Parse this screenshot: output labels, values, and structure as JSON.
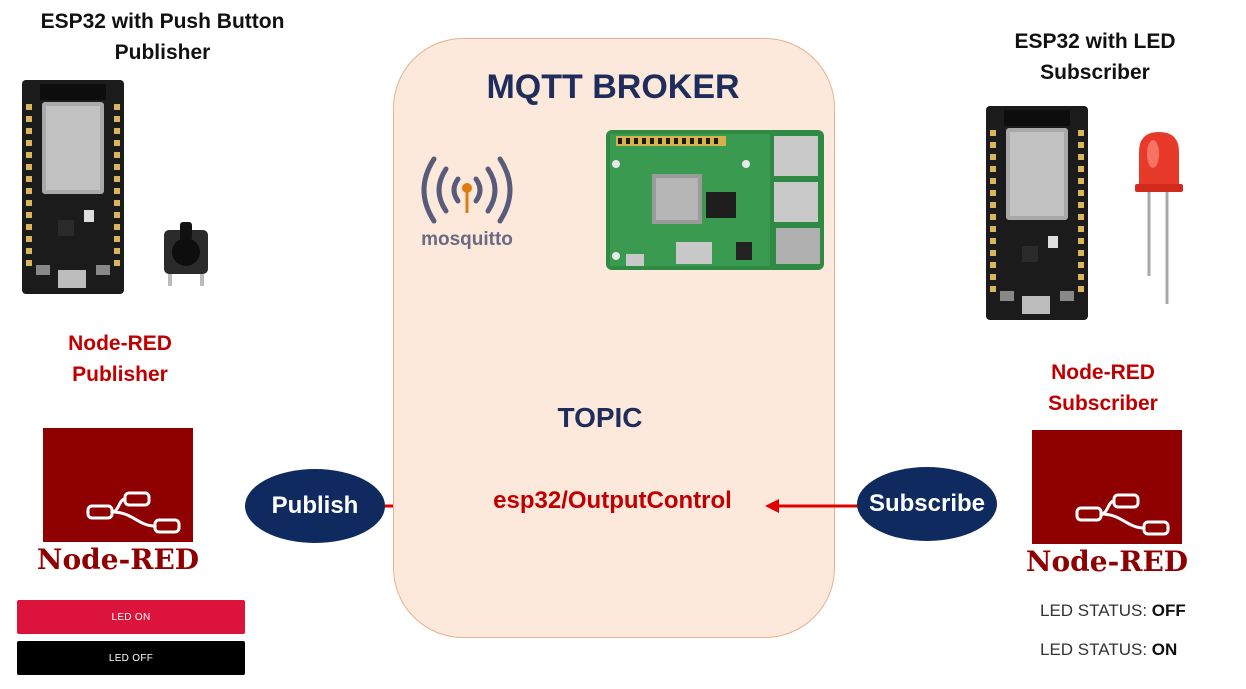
{
  "publisher": {
    "title_line1": "ESP32 with Push Button",
    "title_line2": "Publisher",
    "nodered_title_line1": "Node-RED",
    "nodered_title_line2": "Publisher",
    "logo_text": "Node-RED",
    "buttons": [
      {
        "label": "LED ON",
        "color": "#dc143c"
      },
      {
        "label": "LED OFF",
        "color": "#000000"
      }
    ],
    "action": "Publish"
  },
  "broker": {
    "title": "MQTT BROKER",
    "mosquitto_logo_text": "mosquitto",
    "topic_label": "TOPIC",
    "topic": "esp32/OutputControl",
    "box_color": "#fde9dc"
  },
  "subscriber": {
    "title_line1": "ESP32 with LED",
    "title_line2": "Subscriber",
    "nodered_title_line1": "Node-RED",
    "nodered_title_line2": "Subscriber",
    "logo_text": "Node-RED",
    "action": "Subscribe",
    "status_label": "LED STATUS:",
    "status_off": "OFF",
    "status_on": "ON"
  },
  "colors": {
    "accent_red": "#c00000",
    "navy": "#0f2a5e",
    "nodered": "#8f0000"
  }
}
